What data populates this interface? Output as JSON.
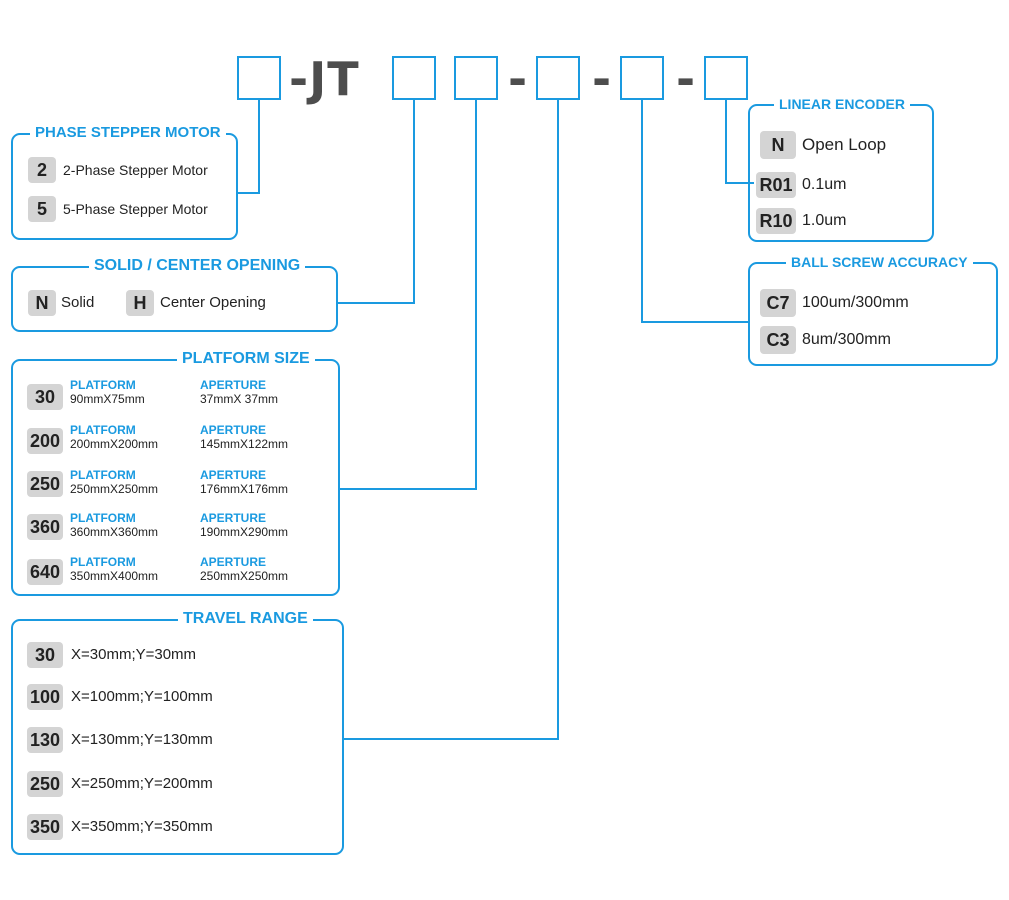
{
  "header": {
    "code_text": "-JT",
    "separator": "-"
  },
  "phase": {
    "title": "PHASE STEPPER MOTOR",
    "items": [
      {
        "code": "2",
        "label": "2-Phase Stepper Motor"
      },
      {
        "code": "5",
        "label": "5-Phase Stepper Motor"
      }
    ]
  },
  "opening": {
    "title": "SOLID / CENTER OPENING",
    "items": [
      {
        "code": "N",
        "label": "Solid"
      },
      {
        "code": "H",
        "label": "Center Opening"
      }
    ]
  },
  "platform": {
    "title": "PLATFORM SIZE",
    "platform_label": "PLATFORM",
    "aperture_label": "APERTURE",
    "items": [
      {
        "code": "30",
        "platform": "90mmX75mm",
        "aperture": "37mmX 37mm"
      },
      {
        "code": "200",
        "platform": "200mmX200mm",
        "aperture": "145mmX122mm"
      },
      {
        "code": "250",
        "platform": "250mmX250mm",
        "aperture": "176mmX176mm"
      },
      {
        "code": "360",
        "platform": "360mmX360mm",
        "aperture": "190mmX290mm"
      },
      {
        "code": "640",
        "platform": "350mmX400mm",
        "aperture": "250mmX250mm"
      }
    ]
  },
  "travel": {
    "title": "TRAVEL RANGE",
    "items": [
      {
        "code": "30",
        "label": "X=30mm;Y=30mm"
      },
      {
        "code": "100",
        "label": "X=100mm;Y=100mm"
      },
      {
        "code": "130",
        "label": "X=130mm;Y=130mm"
      },
      {
        "code": "250",
        "label": "X=250mm;Y=200mm"
      },
      {
        "code": "350",
        "label": "X=350mm;Y=350mm"
      }
    ]
  },
  "encoder": {
    "title": "LINEAR ENCODER",
    "items": [
      {
        "code": "N",
        "label": "Open Loop"
      },
      {
        "code": "R01",
        "label": "0.1um"
      },
      {
        "code": "R10",
        "label": "1.0um"
      }
    ]
  },
  "accuracy": {
    "title": "BALL SCREW ACCURACY",
    "items": [
      {
        "code": "C7",
        "label": "100um/300mm"
      },
      {
        "code": "C3",
        "label": "8um/300mm"
      }
    ]
  },
  "colors": {
    "accent": "#1a9ae0",
    "badge_bg": "#d4d4d4",
    "code_text": "#4d4d4d"
  }
}
